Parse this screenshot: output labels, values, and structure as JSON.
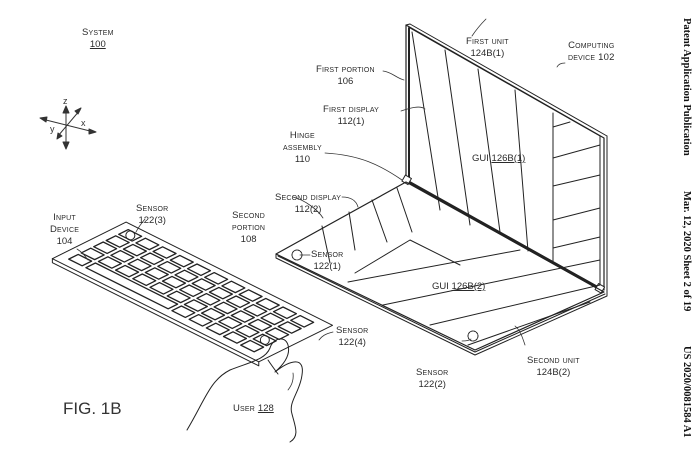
{
  "figure": {
    "caption": "FIG. 1B"
  },
  "header": {
    "publication": "Patent Application Publication",
    "date_sheet": "Mar. 12, 2020  Sheet  2  of  19",
    "number": "US 2020/0081584 A1"
  },
  "axes": {
    "z": "z",
    "x": "x",
    "y": "y"
  },
  "labels": {
    "system": {
      "name": "System",
      "ref": "100"
    },
    "computing_device": {
      "line1": "Computing",
      "line2": "device 102"
    },
    "first_unit": {
      "name": "First unit",
      "ref": "124B(1)"
    },
    "first_portion": {
      "name": "First portion",
      "ref": "106"
    },
    "first_display": {
      "name": "First display",
      "ref": "112(1)"
    },
    "hinge_assembly": {
      "line1": "Hinge",
      "line2": "assembly",
      "ref": "110"
    },
    "gui_1": {
      "prefix": "GUI ",
      "ref": "126B(1)"
    },
    "second_display": {
      "name": "Second display",
      "ref": "112(2)"
    },
    "second_portion": {
      "line1": "Second",
      "line2": "portion",
      "ref": "108"
    },
    "sensor_1": {
      "name": "Sensor",
      "ref": "122(1)"
    },
    "gui_2": {
      "prefix": "GUI ",
      "ref": "126B(2)"
    },
    "input_device": {
      "line1": "Input",
      "line2": "Device",
      "ref": "104"
    },
    "sensor_3": {
      "name": "Sensor",
      "ref": "122(3)"
    },
    "sensor_4": {
      "name": "Sensor",
      "ref": "122(4)"
    },
    "sensor_2": {
      "name": "Sensor",
      "ref": "122(2)"
    },
    "second_unit": {
      "name": "Second unit",
      "ref": "124B(2)"
    },
    "user": {
      "prefix": "User ",
      "ref": "128"
    }
  }
}
